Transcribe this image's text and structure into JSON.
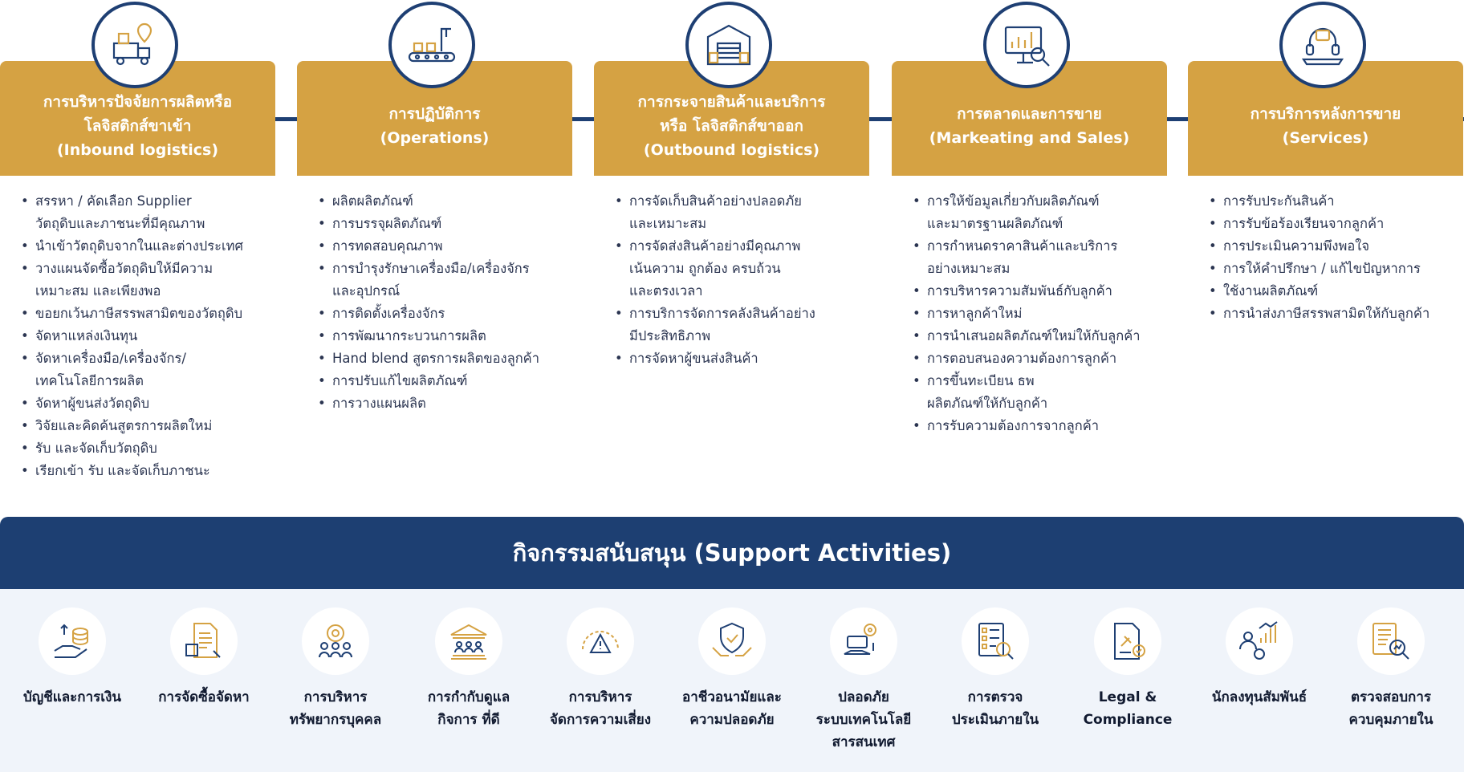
{
  "primary_activities": [
    {
      "icon": "logistics-truck-icon",
      "title_lines": [
        "การบริหารปัจจัยการผลิตหรือ",
        "โลจิสติกส์ขาเข้า",
        "(Inbound logistics)"
      ],
      "items": [
        "สรรหา / คัดเลือก Supplier",
        "วัตถุดิบและภาชนะที่มีคุณภาพ",
        "นำเข้าวัตถุดิบจากในและต่างประเทศ",
        "วางแผนจัดซื้อวัตถุดิบให้มีความ",
        "เหมาะสม และเพียงพอ",
        "ขอยกเว้นภาษีสรรพสามิตของวัตถุดิบ",
        "จัดหาแหล่งเงินทุน",
        "จัดหาเครื่องมือ/เครื่องจักร/",
        "เทคโนโลยีการผลิต",
        "จัดหาผู้ขนส่งวัตถุดิบ",
        "วิจัยและคิดค้นสูตรการผลิตใหม่",
        "รับ และจัดเก็บวัตถุดิบ",
        "เรียกเข้า รับ และจัดเก็บภาชนะ"
      ],
      "bullets": [
        true,
        false,
        true,
        true,
        false,
        true,
        true,
        true,
        false,
        true,
        true,
        true,
        true
      ]
    },
    {
      "icon": "conveyor-factory-icon",
      "title_lines": [
        "การปฏิบัติการ",
        "(Operations)"
      ],
      "items": [
        "ผลิตผลิตภัณฑ์",
        "การบรรจุผลิตภัณฑ์",
        "การทดสอบคุณภาพ",
        "การบำรุงรักษาเครื่องมือ/เครื่องจักร",
        "และอุปกรณ์",
        "การติดตั้งเครื่องจักร",
        "การพัฒนากระบวนการผลิต",
        "Hand blend สูตรการผลิตของลูกค้า",
        "การปรับแก้ไขผลิตภัณฑ์",
        "การวางแผนผลิต"
      ],
      "bullets": [
        true,
        true,
        true,
        true,
        false,
        true,
        true,
        true,
        true,
        true
      ]
    },
    {
      "icon": "warehouse-icon",
      "title_lines": [
        "การกระจายสินค้าและบริการ",
        "หรือ โลจิสติกส์ขาออก",
        "(Outbound logistics)"
      ],
      "items": [
        "การจัดเก็บสินค้าอย่างปลอดภัย",
        "และเหมาะสม",
        "การจัดส่งสินค้าอย่างมีคุณภาพ",
        "เน้นความ ถูกต้อง ครบถ้วน",
        "และตรงเวลา",
        "การบริการจัดการคลังสินค้าอย่าง",
        "มีประสิทธิภาพ",
        "การจัดหาผู้ขนส่งสินค้า"
      ],
      "bullets": [
        true,
        false,
        true,
        false,
        false,
        true,
        false,
        true
      ]
    },
    {
      "icon": "marketing-chart-icon",
      "title_lines": [
        "การตลาดและการขาย",
        "(Markeating and Sales)"
      ],
      "items": [
        "การให้ข้อมูลเกี่ยวกับผลิตภัณฑ์",
        "และมาตรฐานผลิตภัณฑ์",
        "การกำหนดราคาสินค้าและบริการ",
        "อย่างเหมาะสม",
        "การบริหารความสัมพันธ์กับลูกค้า",
        "การหาลูกค้าใหม่",
        "การนำเสนอผลิตภัณฑ์ใหม่ให้กับลูกค้า",
        "การตอบสนองความต้องการลูกค้า",
        "การขึ้นทะเบียน ธพ",
        "ผลิตภัณฑ์ให้กับลูกค้า",
        "การรับความต้องการจากลูกค้า"
      ],
      "bullets": [
        true,
        false,
        true,
        false,
        true,
        true,
        true,
        true,
        true,
        false,
        true
      ]
    },
    {
      "icon": "customer-service-icon",
      "title_lines": [
        "การบริการหลังการขาย",
        "(Services)"
      ],
      "items": [
        "การรับประกันสินค้า",
        "การรับข้อร้องเรียนจากลูกค้า",
        "การประเมินความพึงพอใจ",
        "การให้คำปรึกษา / แก้ไขปัญหาการ",
        "ใช้งานผลิตภัณฑ์",
        "การนำส่งภาษีสรรพสามิตให้กับลูกค้า"
      ],
      "bullets": [
        true,
        true,
        true,
        true,
        true,
        true
      ]
    }
  ],
  "support": {
    "title": "กิจกรรมสนับสนุน (Support Activities)",
    "items": [
      {
        "icon": "finance-coins-icon",
        "lines": [
          "บัญชีและการเงิน"
        ]
      },
      {
        "icon": "procurement-document-icon",
        "lines": [
          "การจัดซื้อจัดหา"
        ]
      },
      {
        "icon": "human-resources-icon",
        "lines": [
          "การบริหาร",
          "ทรัพยากรบุคคล"
        ]
      },
      {
        "icon": "governance-building-icon",
        "lines": [
          "การกำกับดูแล",
          "กิจการ ที่ดี"
        ]
      },
      {
        "icon": "risk-gauge-icon",
        "lines": [
          "การบริหาร",
          "จัดการความเสี่ยง"
        ]
      },
      {
        "icon": "safety-shield-icon",
        "lines": [
          "อาชีวอนามัยและ",
          "ความปลอดภัย"
        ]
      },
      {
        "icon": "it-security-icon",
        "lines": [
          "ปลอดภัย",
          "ระบบเทคโนโลยี",
          "สารสนเทศ"
        ]
      },
      {
        "icon": "audit-checklist-icon",
        "lines": [
          "การตรวจ",
          "ประเมินภายใน"
        ]
      },
      {
        "icon": "legal-gavel-icon",
        "lines": [
          "Legal &",
          "Compliance"
        ]
      },
      {
        "icon": "investor-relations-icon",
        "lines": [
          "นักลงทุนสัมพันธ์"
        ]
      },
      {
        "icon": "internal-control-icon",
        "lines": [
          "ตรวจสอบการ",
          "ควบคุมภายใน"
        ]
      }
    ]
  },
  "colors": {
    "gold": "#d5a243",
    "navy": "#1d3f72",
    "light_bg": "#f0f4fa"
  }
}
